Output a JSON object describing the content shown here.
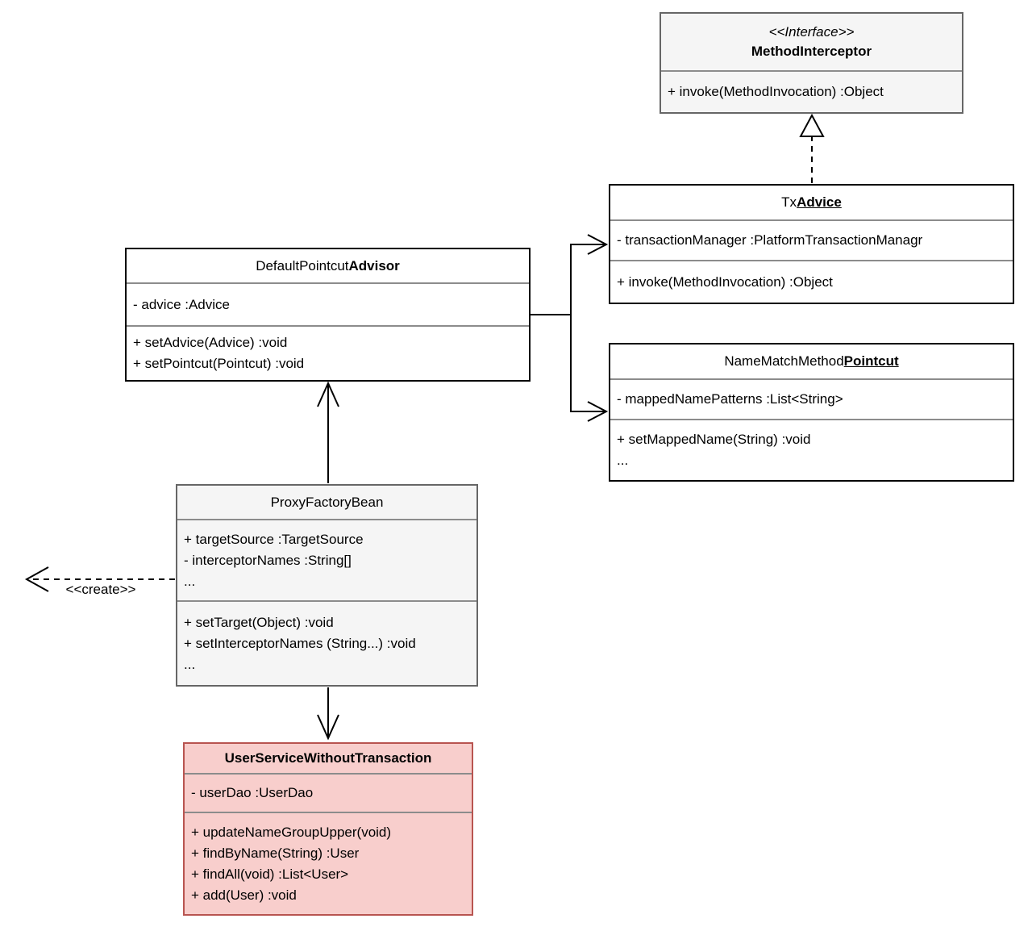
{
  "classes": {
    "method_interceptor": {
      "stereotype": "<<Interface>>",
      "name": "MethodInterceptor",
      "methods": [
        "+ invoke(MethodInvocation) :Object"
      ]
    },
    "tx_advice": {
      "name_prefix": "Tx",
      "name_emphasis": "Advice",
      "fields": [
        "- transactionManager :PlatformTransactionManagr"
      ],
      "methods": [
        "+ invoke(MethodInvocation) :Object"
      ]
    },
    "default_pointcut_advisor": {
      "name_prefix": "DefaultPointcut",
      "name_emphasis": "Advisor",
      "fields": [
        "- advice :Advice"
      ],
      "methods": [
        "+ setAdvice(Advice) :void",
        "+ setPointcut(Pointcut) :void"
      ]
    },
    "name_match_method_pointcut": {
      "name_prefix": "NameMatchMethod",
      "name_emphasis": "Pointcut",
      "fields": [
        "- mappedNamePatterns :List<String>"
      ],
      "methods": [
        "+ setMappedName(String) :void",
        "..."
      ]
    },
    "proxy_factory_bean": {
      "name": "ProxyFactoryBean",
      "fields": [
        "+ targetSource :TargetSource",
        "- interceptorNames :String[]",
        "..."
      ],
      "methods": [
        "+ setTarget(Object) :void",
        "+ setInterceptorNames (String...) :void",
        "..."
      ]
    },
    "user_service_without_transaction": {
      "name": "UserServiceWithoutTransaction",
      "fields": [
        "- userDao :UserDao"
      ],
      "methods": [
        "+ updateNameGroupUpper(void)",
        "+ findByName(String) :User",
        "+ findAll(void) :List<User>",
        "+ add(User) :void"
      ]
    }
  },
  "labels": {
    "create": "<<create>>"
  },
  "colors": {
    "plain_fill": "#ffffff",
    "plain_border": "#000000",
    "gray_fill": "#f5f5f5",
    "gray_border": "#666666",
    "highlight_fill": "#f8cecc",
    "highlight_border": "#b85450",
    "divider": "#8c8c8c",
    "edge": "#000000"
  }
}
